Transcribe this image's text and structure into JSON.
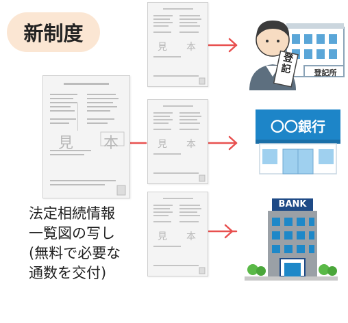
{
  "badge": {
    "label": "新制度"
  },
  "description": {
    "lines": [
      "法定相続情報",
      "一覧図の写し",
      "(無料で必要な",
      "通数を交付)"
    ]
  },
  "document": {
    "stamp_left": "見",
    "stamp_right": "本"
  },
  "recipients": {
    "registry": {
      "sign": "登記所",
      "paper": "登記"
    },
    "bank_branch": {
      "sign": "〇〇銀行"
    },
    "bank": {
      "sign": "BANK"
    }
  },
  "colors": {
    "arrow": "#e8504f",
    "badge_bg": "#fbe6d3",
    "bank_blue": "#1d85c8",
    "bank_navy": "#1e4a86"
  }
}
